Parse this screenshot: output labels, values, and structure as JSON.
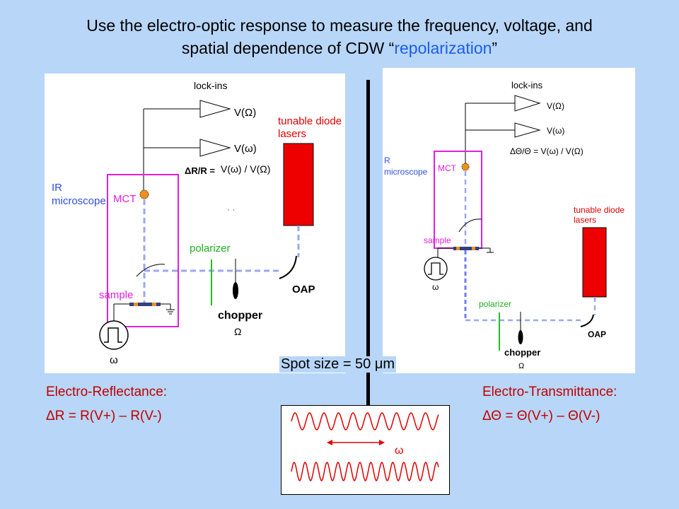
{
  "title": {
    "line1": "Use the electro-optic response to measure the frequency, voltage, and",
    "line2_prefix": "spatial dependence of CDW “",
    "line2_highlight": "repolarization",
    "line2_suffix": "”",
    "highlight_color": "#1a5ee8"
  },
  "left_diagram": {
    "lock_ins": "lock-ins",
    "v_Omega": "V(Ω)",
    "v_omega": "V(ω)",
    "ratio_lhs": "ΔR/R =",
    "ratio_rhs": "V(ω) / V(Ω)",
    "laser_label_1": "tunable diode",
    "laser_label_2": "lasers",
    "ir_1": "IR",
    "ir_2": "microscope",
    "mct": "MCT",
    "polarizer": "polarizer",
    "sample": "sample",
    "chopper": "chopper",
    "chopper_freq": "Ω",
    "oap": "OAP",
    "omega": "ω"
  },
  "right_diagram": {
    "lock_ins": "lock-ins",
    "v_Omega": "V(Ω)",
    "v_omega": "V(ω)",
    "ratio": "ΔΘ/Θ = V(ω) / V(Ω)",
    "ir_1": "R",
    "ir_2": "microscope",
    "mct": "MCT",
    "sample": "sample",
    "laser_label_1": "tunable diode",
    "laser_label_2": "lasers",
    "polarizer": "polarizer",
    "chopper": "chopper",
    "chopper_freq": "Ω",
    "oap": "OAP",
    "omega": "ω"
  },
  "spot_size": "Spot size = 50 μm",
  "left_caption": {
    "heading": "Electro-Reflectance:",
    "formula": "ΔR = R(V+) – R(V-)"
  },
  "right_caption": {
    "heading": "Electro-Transmittance:",
    "formula": "ΔΘ = Θ(V+) – Θ(V-)"
  },
  "wave_box": {
    "omega": "ω"
  },
  "colors": {
    "background": "#b8d6f8",
    "magenta": "#e020e0",
    "laser_red": "#ee0000",
    "beam": "#9aa8f0",
    "text_red": "#e00000",
    "text_blue": "#3050e0",
    "polarizer_green": "#20c020",
    "label_green": "#20b020"
  }
}
